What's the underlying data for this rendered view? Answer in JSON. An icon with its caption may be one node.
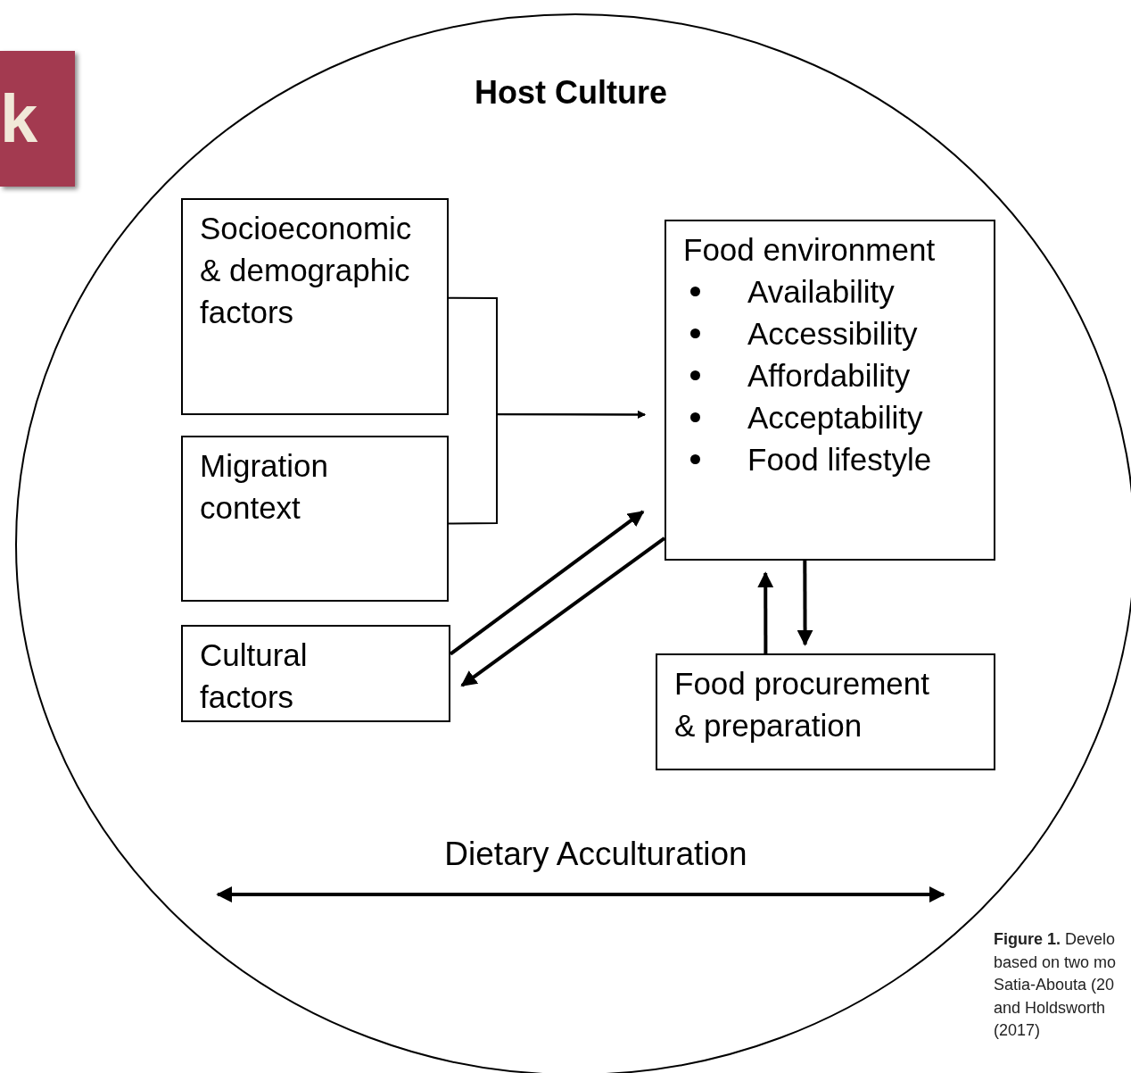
{
  "diagram": {
    "caption": "**Figure 1.** Develo based on two mo Satia-Abouta (20 and Holdsworth (2017)",
    "nodes": [
      {
        "text": [
          "Host Culture"
        ]
      },
      {
        "text": [
          "Socioeconomic & demographic factors"
        ],
        "in": 0
      },
      {
        "text": [
          "Migration context"
        ],
        "in": 0
      },
      {
        "text": [
          "Cultural factors"
        ],
        "in": 0
      },
      {
        "text": [
          "Food environment",
          "Availability",
          "Accessibility",
          "Affordability",
          "Acceptability",
          "Food lifestyle"
        ],
        "in": 0
      },
      {
        "text": [
          "Food procurement & preparation"
        ],
        "in": 0
      },
      {
        "text": [
          "k"
        ]
      }
    ],
    "edges": [
      {
        "from": 1,
        "to": 4,
        "arrow": "to"
      },
      {
        "from": 2,
        "to": 4,
        "arrow": "to"
      },
      {
        "from": 3,
        "to": 4,
        "arrow": "to"
      },
      {
        "from": 4,
        "to": 3,
        "arrow": "to"
      },
      {
        "from": 5,
        "to": 4,
        "arrow": "to"
      },
      {
        "from": 4,
        "to": 5,
        "arrow": "to"
      }
    ],
    "labels": [
      "Dietary Acculturation"
    ]
  }
}
